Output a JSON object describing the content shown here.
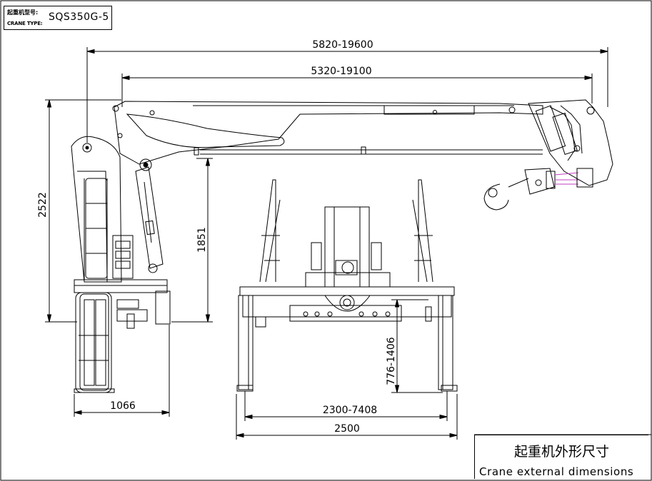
{
  "header": {
    "type_label_cn": "起重机型号:",
    "type_label_en": "CRANE TYPE:",
    "model": "SQS350G-5"
  },
  "dimensions": {
    "overall_length": "5820-19600",
    "boom_reach": "5320-19100",
    "total_height": "2522",
    "boom_height": "1851",
    "base_width": "1066",
    "leg_height": "776-1406",
    "outrigger_span": "2300-7408",
    "frame_width": "2500"
  },
  "title_block": {
    "title_cn": "起重机外形尺寸",
    "title_en": "Crane external dimensions"
  },
  "colors": {
    "line": "#000000",
    "accent": "#c040c0"
  }
}
